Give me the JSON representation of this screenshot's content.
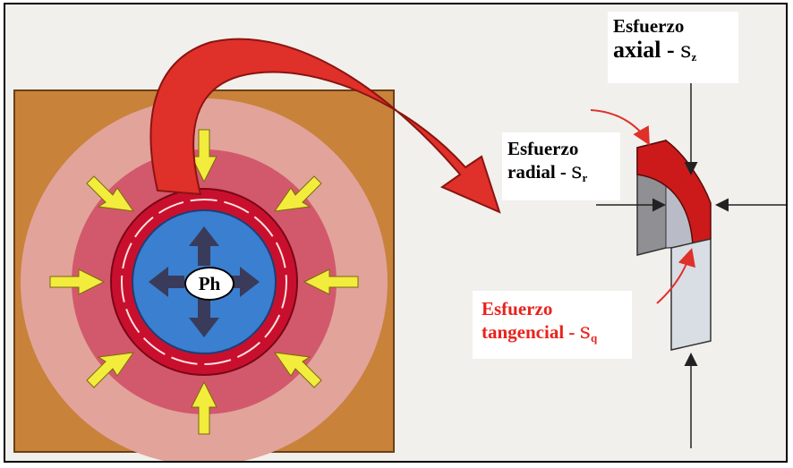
{
  "figure": {
    "inner_label": "Ph",
    "labels": {
      "axial": {
        "line1": "Esfuerzo",
        "line2": "axial - ",
        "symbol": "s",
        "sub": "z"
      },
      "radial": {
        "line1": "Esfuerzo",
        "line2": "radial - ",
        "symbol": "s",
        "sub": "r"
      },
      "tangential": {
        "line1": "Esfuerzo",
        "line2": "tangencial - ",
        "symbol": "s",
        "sub": "q"
      }
    },
    "colors": {
      "ground": "#c8823a",
      "outer_ring": "#e2a39b",
      "middle_ring": "#d2596c",
      "casing_ring": "#c8102e",
      "bore": "#3a7fd0",
      "arrow_red": "#e0302a",
      "arrow_yellow": "#f2ec3c",
      "tangential_text": "#e8231c"
    }
  }
}
